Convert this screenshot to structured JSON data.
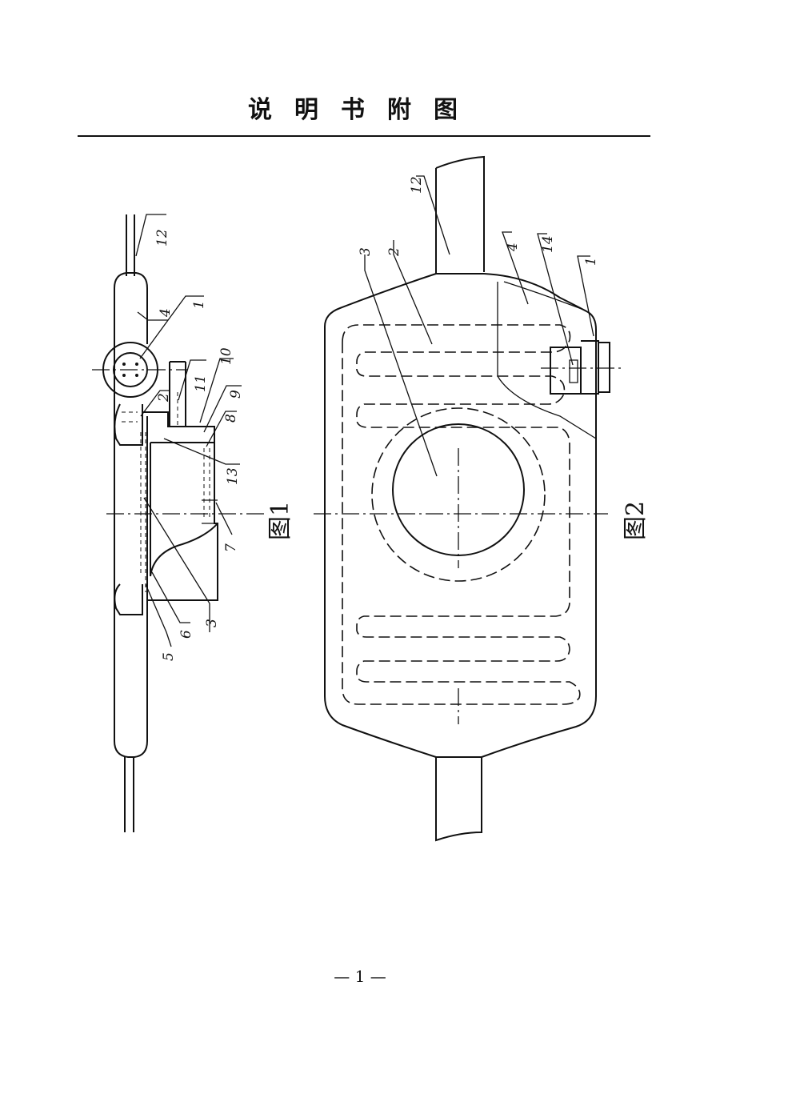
{
  "header": {
    "title": "说明书附图"
  },
  "figures": [
    {
      "caption": "图1",
      "labels": [
        "12",
        "4",
        "1",
        "2",
        "11",
        "10",
        "9",
        "8",
        "13",
        "7",
        "3",
        "6",
        "5"
      ]
    },
    {
      "caption": "图2",
      "labels": [
        "3",
        "2",
        "12",
        "4",
        "14",
        "1"
      ]
    }
  ],
  "footer": {
    "page_number": "— 1 —"
  }
}
